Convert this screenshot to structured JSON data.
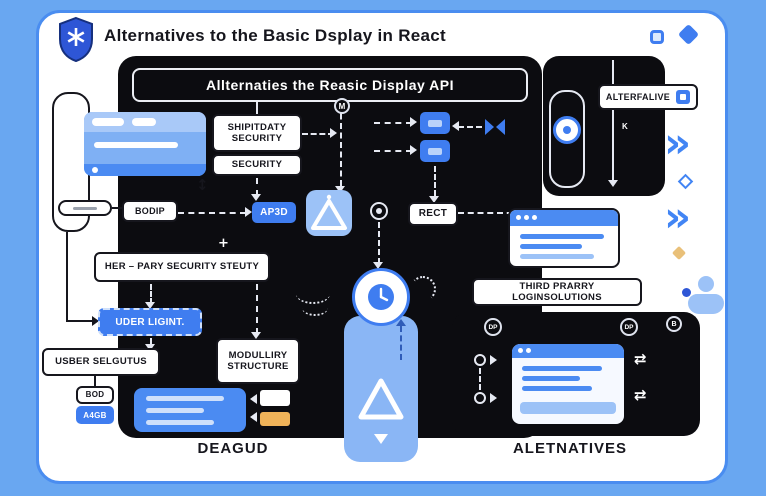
{
  "page": {
    "title": "Alternatives to the Basic Dsplay in React",
    "footer_left": "Deagud",
    "footer_right": "Aletnatives"
  },
  "colors": {
    "background": "#69a7f1",
    "accent": "#3f7df0",
    "panel": "#0c0c10",
    "light_blue": "#9cc2f7",
    "card_blue": "#4b8bf2",
    "orange": "#f0b359"
  },
  "icons": {
    "swap_arrows": "⇄",
    "double_chevron": "»",
    "up_down_arrow": "↕",
    "plus": "+"
  },
  "main_panel": {
    "header": "Allternaties the Reasic Display API",
    "m_badge": "M",
    "shipitdaty_line1": "Shipitdaty",
    "shipitdaty_line2": "Security",
    "security": "Security",
    "bodip": "Bodip",
    "ap3d": "AP3D",
    "rect": "Rect",
    "her_pary": "Her – Pary Security Steuty",
    "uder_ligint": "Uder Ligint.",
    "usber_selgutus": "Usber Selgutus",
    "modulliry_line1": "Modulliry",
    "modulliry_line2": "Structure",
    "bod": "Bod",
    "a4gb": "A4GB"
  },
  "right_panel": {
    "alterfalive": "Alterfalive",
    "k_badge": "K",
    "third_party": "Third Prarry Loginsolutions",
    "dp_left": "DP",
    "dp_right": "DP",
    "b_badge": "B"
  }
}
